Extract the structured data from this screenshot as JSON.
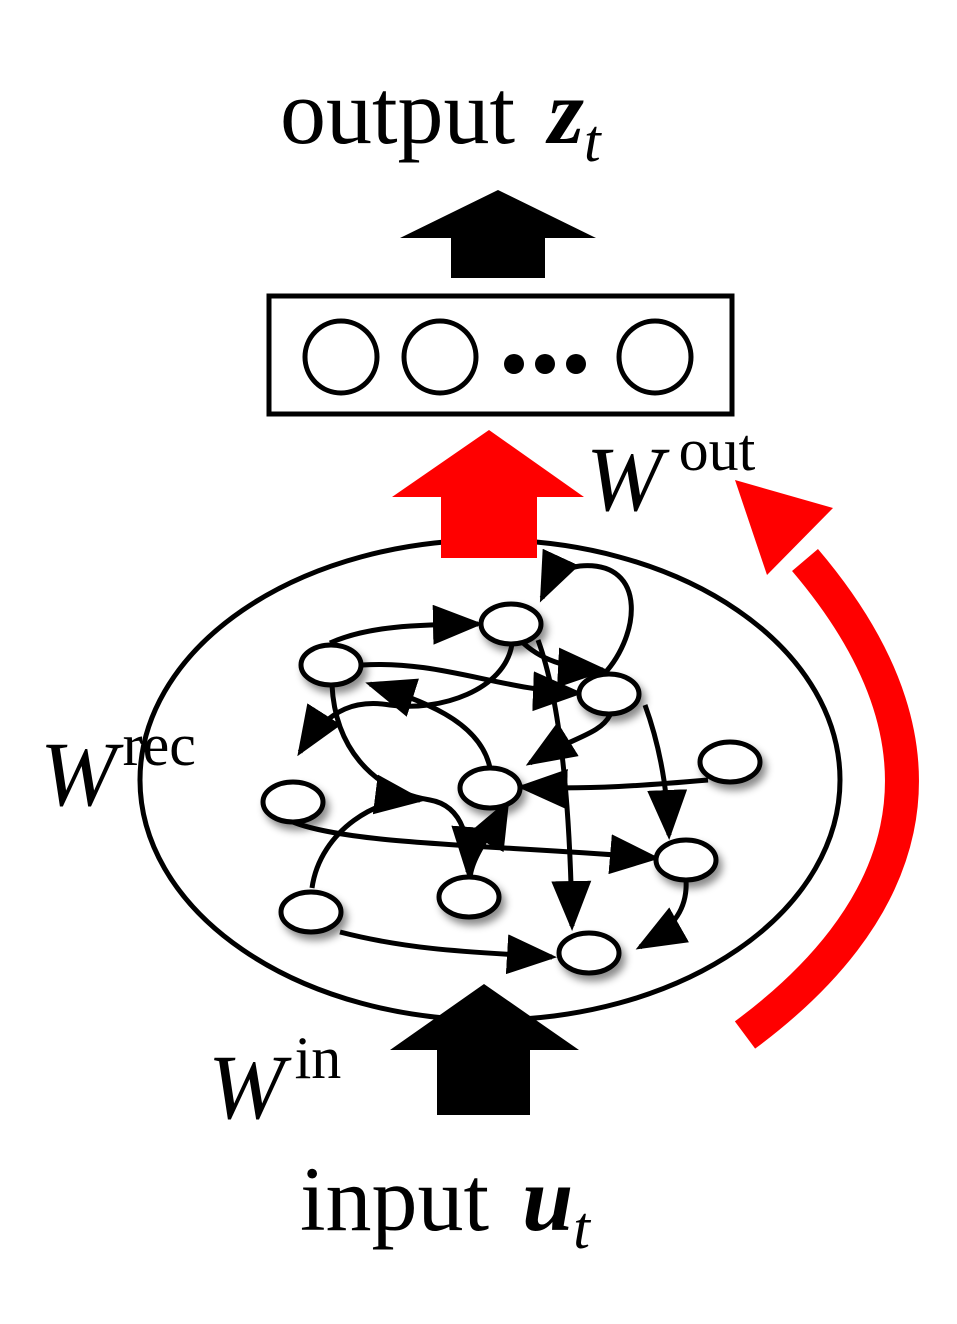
{
  "output": {
    "word": "output",
    "symbol": "z",
    "subscript": "t"
  },
  "input": {
    "word": "input",
    "symbol": "u",
    "subscript": "t"
  },
  "weights": {
    "out": {
      "symbol": "W",
      "superscript": "out"
    },
    "rec": {
      "symbol": "W",
      "superscript": "rec"
    },
    "in": {
      "symbol": "W",
      "superscript": "in"
    }
  },
  "readout_units": {
    "ellipsis": "•••"
  },
  "colors": {
    "trained": "#ff0000",
    "fixed": "#000000"
  }
}
